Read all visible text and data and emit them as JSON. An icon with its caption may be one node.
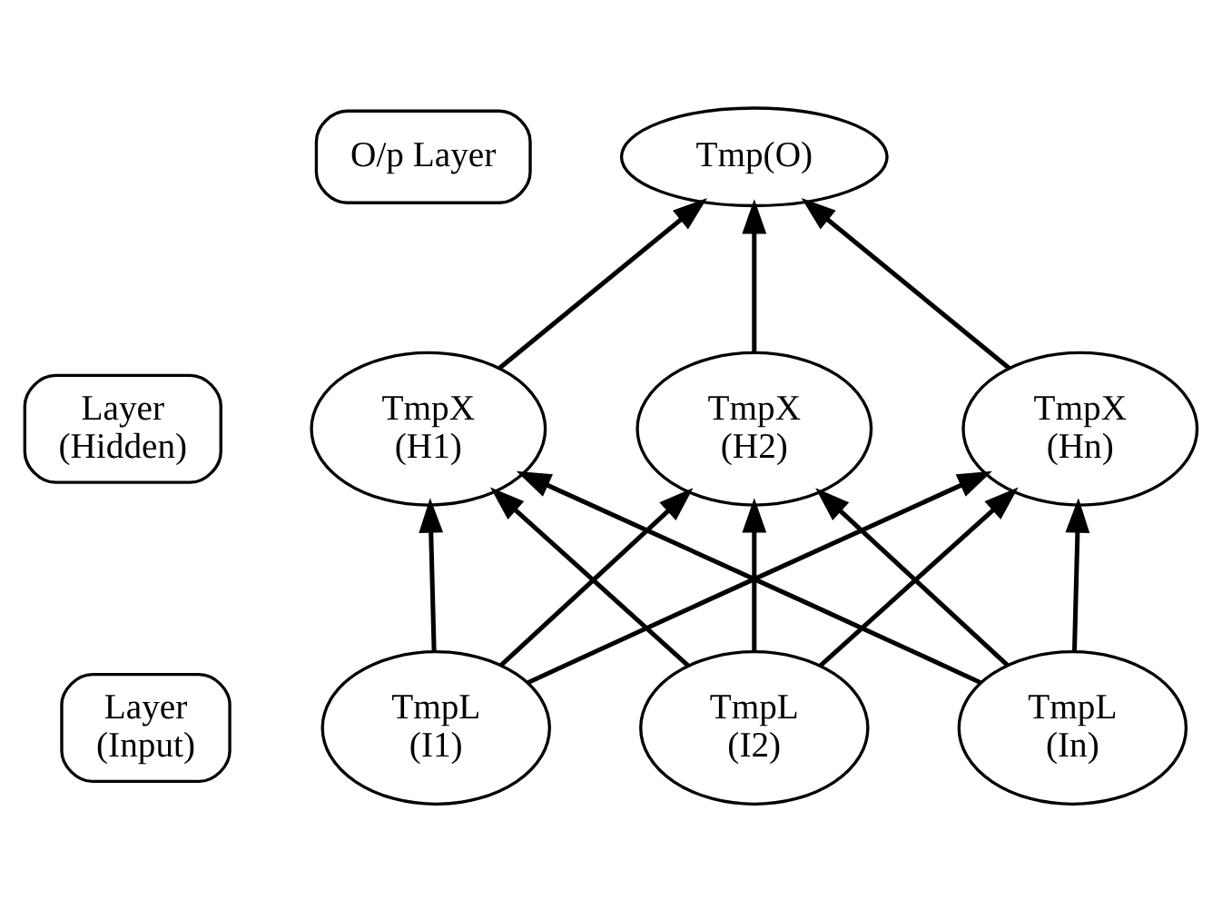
{
  "diagram": {
    "nodes": [
      {
        "text": [
          "O/p Layer"
        ]
      },
      {
        "text": [
          "Tmp(O)"
        ]
      },
      {
        "text": [
          "Layer",
          "(Hidden)"
        ]
      },
      {
        "text": [
          "TmpX",
          "(H1)"
        ]
      },
      {
        "text": [
          "TmpX",
          "(H2)"
        ]
      },
      {
        "text": [
          "TmpX",
          "(Hn)"
        ]
      },
      {
        "text": [
          "Layer",
          "(Input)"
        ]
      },
      {
        "text": [
          "TmpL",
          "(I1)"
        ]
      },
      {
        "text": [
          "TmpL",
          "(I2)"
        ]
      },
      {
        "text": [
          "TmpL",
          "(In)"
        ]
      }
    ],
    "edges": [
      {
        "from": 3,
        "to": 1,
        "arrow": "to"
      },
      {
        "from": 4,
        "to": 1,
        "arrow": "to"
      },
      {
        "from": 5,
        "to": 1,
        "arrow": "to"
      },
      {
        "from": 7,
        "to": 3,
        "arrow": "to"
      },
      {
        "from": 7,
        "to": 4,
        "arrow": "to"
      },
      {
        "from": 7,
        "to": 5,
        "arrow": "to"
      },
      {
        "from": 8,
        "to": 3,
        "arrow": "to"
      },
      {
        "from": 8,
        "to": 4,
        "arrow": "to"
      },
      {
        "from": 8,
        "to": 5,
        "arrow": "to"
      },
      {
        "from": 9,
        "to": 3,
        "arrow": "to"
      },
      {
        "from": 9,
        "to": 4,
        "arrow": "to"
      },
      {
        "from": 9,
        "to": 5,
        "arrow": "to"
      }
    ]
  }
}
